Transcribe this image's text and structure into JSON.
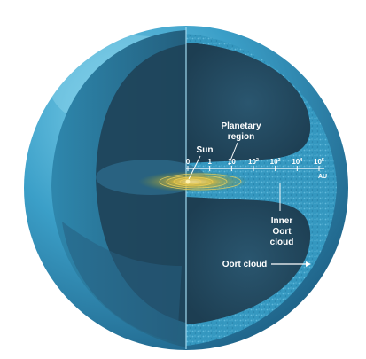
{
  "colors": {
    "background": "#ffffff",
    "sphere_outer": "#2f8fb8",
    "sphere_light": "#7fd2ec",
    "sphere_inner": "#1f4f6a",
    "cloud_speckle": "#3ea2c8",
    "torus": "#2d5d78",
    "cavity": "#23475e",
    "disk": "#d9b83a",
    "label": "#ffffff"
  },
  "labels": {
    "sun": "Sun",
    "planetary_region_line1": "Planetary",
    "planetary_region_line2": "region",
    "inner_oort_line1": "Inner",
    "inner_oort_line2": "Oort",
    "inner_oort_line3": "cloud",
    "oort_cloud": "Oort cloud"
  },
  "scale": {
    "unit": "AU",
    "ticks": [
      {
        "base": "0",
        "exp": ""
      },
      {
        "base": "1",
        "exp": ""
      },
      {
        "base": "10",
        "exp": ""
      },
      {
        "base": "10",
        "exp": "2"
      },
      {
        "base": "10",
        "exp": "3"
      },
      {
        "base": "10",
        "exp": "4"
      },
      {
        "base": "10",
        "exp": "5"
      }
    ]
  },
  "icons": {
    "sun": "sun-icon",
    "solar_system_disk": "orbit-rings-icon",
    "oort_arrow": "arrow-right-icon",
    "inner_oort_pointer": "pointer-line-icon"
  }
}
